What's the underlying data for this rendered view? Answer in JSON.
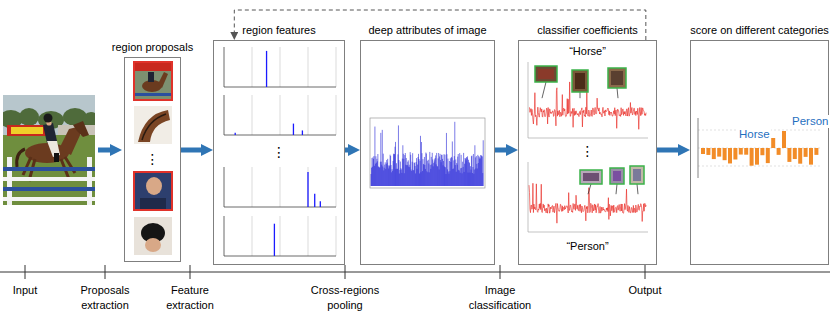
{
  "diagram": {
    "nodes": [
      {
        "text": [
          "region proposals",
          "⋮"
        ]
      },
      {
        "text": [
          "region features",
          "⋮"
        ]
      },
      {
        "text": [
          "deep attributes of image"
        ]
      },
      {
        "text": [
          "classifier coefficients",
          "“Horse”",
          "⋮",
          "“Person”"
        ]
      },
      {
        "text": [
          "score on different categories",
          "Horse",
          "Person"
        ]
      }
    ],
    "edges": [
      {
        "from": 0,
        "to": 1,
        "arrow": "to"
      },
      {
        "from": 1,
        "to": 2,
        "arrow": "to"
      },
      {
        "from": 2,
        "to": 3,
        "arrow": "to"
      },
      {
        "from": 3,
        "to": 4,
        "arrow": "to"
      },
      {
        "from": 3,
        "to": 1,
        "arrow": "to"
      }
    ],
    "labels": [
      "Input",
      "Proposals extraction",
      "Feature extraction",
      "Cross-regions pooling",
      "Image classification",
      "Output"
    ]
  }
}
